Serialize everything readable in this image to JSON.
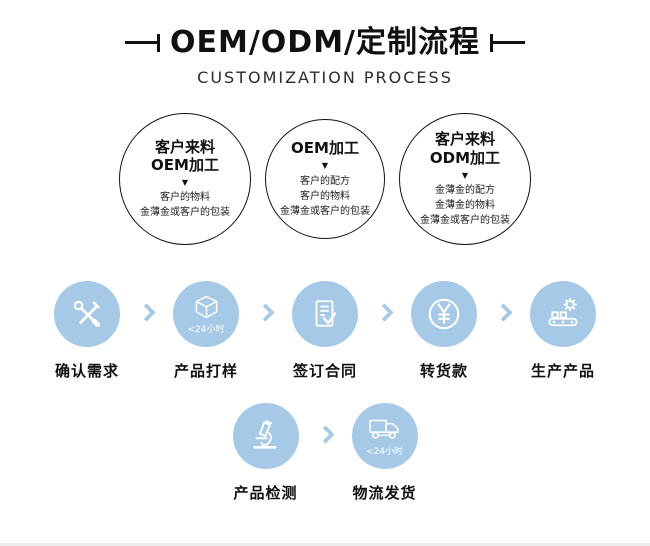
{
  "header": {
    "title": "OEM/ODM/定制流程",
    "subtitle": "CUSTOMIZATION PROCESS"
  },
  "option_circles": [
    {
      "title_lines": [
        "客户来料",
        "OEM加工"
      ],
      "arrow": "▼",
      "detail_lines": [
        "客户的物料",
        "金薄金或客户的包装"
      ]
    },
    {
      "title_lines": [
        "OEM加工"
      ],
      "arrow": "▼",
      "detail_lines": [
        "客户的配方",
        "客户的物料",
        "金薄金或客户的包装"
      ]
    },
    {
      "title_lines": [
        "客户来料",
        "ODM加工"
      ],
      "arrow": "▼",
      "detail_lines": [
        "金薄金的配方",
        "金薄金的物料",
        "金薄金或客户的包装"
      ]
    }
  ],
  "process_row1": [
    {
      "label": "确认需求",
      "icon": "tools-icon",
      "badge": ""
    },
    {
      "label": "产品打样",
      "icon": "cube-icon",
      "badge": "<24小时"
    },
    {
      "label": "签订合同",
      "icon": "contract-icon",
      "badge": ""
    },
    {
      "label": "转货款",
      "icon": "yuan-coin-icon",
      "badge": ""
    },
    {
      "label": "生产产品",
      "icon": "production-line-icon",
      "badge": ""
    }
  ],
  "process_row2": [
    {
      "label": "产品检测",
      "icon": "microscope-icon",
      "badge": ""
    },
    {
      "label": "物流发货",
      "icon": "delivery-truck-icon",
      "badge": "<24小时"
    }
  ],
  "colors": {
    "accent_blue": "#a5c9e6",
    "ink": "#111111"
  }
}
